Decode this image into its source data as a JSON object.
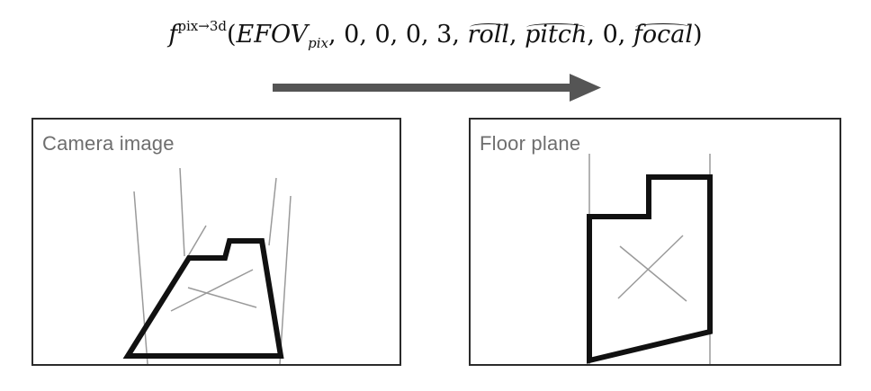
{
  "formula": {
    "func": "f",
    "sup": "pix→3d",
    "open": "(",
    "arg1": "EFOV",
    "arg1_sub": "pix",
    "args_mid": ", 0, 0, 0, 3, ",
    "arg_roll": "roll",
    "sep1": ", ",
    "arg_pitch": "pitch",
    "args_tail": ", 0, ",
    "arg_focal": "focal",
    "close": ")"
  },
  "arrow": {
    "color": "#555555",
    "direction": "right"
  },
  "panels": {
    "left": {
      "title": "Camera image"
    },
    "right": {
      "title": "Floor plane"
    }
  },
  "colors": {
    "outline": "#111111",
    "guide_lines": "#9a9a9a",
    "border": "#2b2b2b",
    "title": "#6e6e6e"
  }
}
